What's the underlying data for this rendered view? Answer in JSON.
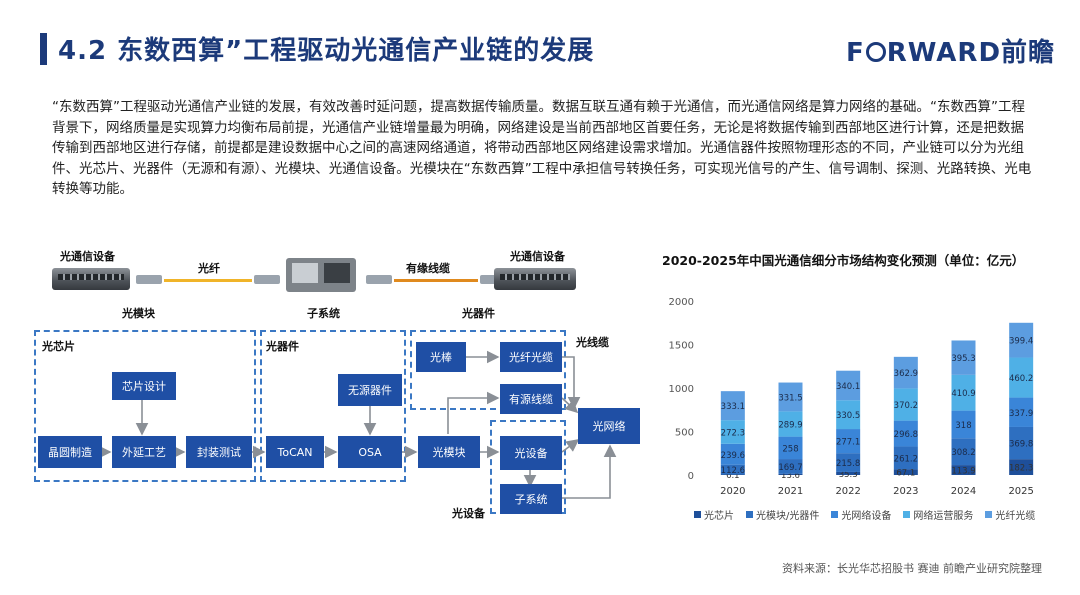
{
  "header": {
    "title": "4.2 东数西算”工程驱动光通信产业链的发展",
    "logo_pre": "F",
    "logo_post": "RWARD前瞻"
  },
  "intro": "“东数西算”工程驱动光通信产业链的发展，有效改善时延问题，提高数据传输质量。数据互联互通有赖于光通信，而光通信网络是算力网络的基础。“东数西算”工程背景下，网络质量是实现算力均衡布局前提，光通信产业链增量最为明确，网络建设是当前西部地区首要任务，无论是将数据传输到西部地区进行计算，还是把数据传输到西部地区进行存储，前提都是建设数据中心之间的高速网络通道，将带动西部地区网络建设需求增加。光通信器件按照物理形态的不同，产业链可以分为光组件、光芯片、光器件（无源和有源）、光模块、光通信设备。光模块在“东数西算”工程中承担信号转换任务，可实现光信号的产生、信号调制、探测、光路转换、光电转换等功能。",
  "diagram": {
    "top": {
      "device_left": "光通信设备",
      "fiber": "光纤",
      "cable": "有缘线缆",
      "device_right": "光通信设备",
      "module": "光模块",
      "subsystem": "子系统",
      "component": "光器件"
    },
    "groups": {
      "chip": "光芯片",
      "device": "光器件",
      "cable": "光线缆",
      "equipment": "光设备"
    },
    "nodes": {
      "chip_design": "芯片设计",
      "wafer": "晶圆制造",
      "epitaxy": "外延工艺",
      "package": "封装测试",
      "tocan": "ToCAN",
      "osa": "OSA",
      "passive": "无源器件",
      "rod": "光棒",
      "fiber_cable": "光纤光缆",
      "active_cable": "有源线缆",
      "module": "光模块",
      "equipment": "光设备",
      "subsystem": "子系统",
      "network": "光网络"
    }
  },
  "source": "资料来源：长光华芯招股书 赛迪 前瞻产业研究院整理",
  "chart_data": {
    "type": "bar",
    "stacked": true,
    "title": "2020-2025年中国光通信细分市场结构变化预测（单位：亿元）",
    "categories": [
      "2020",
      "2021",
      "2022",
      "2023",
      "2024",
      "2025"
    ],
    "y_ticks": [
      "0",
      "500",
      "1000",
      "1500",
      "2000"
    ],
    "ylim": [
      0,
      2000
    ],
    "grid": false,
    "legend_position": "bottom",
    "series": [
      {
        "name": "光芯片",
        "color": "#1e4f9a",
        "values": [
          6.1,
          13.6,
          35.3,
          67.1,
          113.9,
          182.3
        ]
      },
      {
        "name": "光模块/光器件",
        "color": "#2e6fc0",
        "values": [
          112.6,
          169.7,
          215.8,
          261.2,
          308.2,
          369.8
        ]
      },
      {
        "name": "光网络设备",
        "color": "#3a85d8",
        "values": [
          239.6,
          258,
          277.1,
          296.8,
          318,
          337.9
        ]
      },
      {
        "name": "网络运营服务",
        "color": "#4fb0e6",
        "values": [
          272.3,
          289.9,
          330.5,
          370.2,
          410.9,
          460.2
        ]
      },
      {
        "name": "光纤光缆",
        "color": "#5c9de0",
        "values": [
          333.1,
          331.5,
          340.1,
          362.9,
          395.3,
          399.4
        ]
      }
    ]
  }
}
